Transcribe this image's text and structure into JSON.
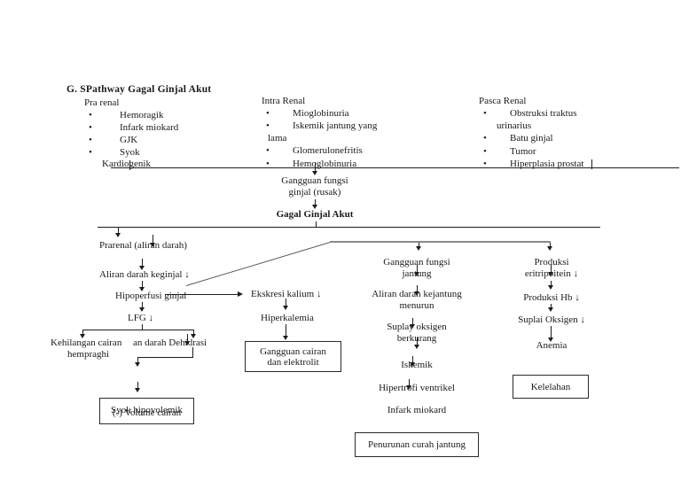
{
  "glyphs": {
    "bullet": "•"
  },
  "doc": {
    "title": "G.  SPathway Gagal Ginjal Akut",
    "top": {
      "pra": {
        "header": "Pra renal",
        "items": [
          "Hemoragik",
          "Infark miokard",
          "GJK",
          "Syok"
        ],
        "cont": "Kardiogenik"
      },
      "intra": {
        "header": "Intra Renal",
        "items": [
          "Mioglobinuria",
          "Iskemik jantung yang",
          "Glomerulonefritis",
          "Hemoglobinuria"
        ],
        "cont": "lama"
      },
      "pasca": {
        "header": "Pasca Renal",
        "items": [
          "Obstruksi traktus",
          "Batu ginjal",
          "Tumor",
          "Hiperplasia prostat"
        ],
        "cont": "urinarius"
      }
    },
    "center": {
      "gangguan_l1": "Gangguan fungsi",
      "gangguan_l2": "ginjal (rusak)",
      "gga": "Gagal Ginjal Akut"
    },
    "left": {
      "prarenal": "Prarenal (aliran darah)",
      "aliran": "Aliran darah keginjal ↓",
      "hipoperfusi": "Hipoperfusi ginjal",
      "lfg": "LFG ↓",
      "kehilangan_l1": "Kehilangan cairan",
      "kehilangan_l2": "hempraghi",
      "dehidrasi": "an darah Dehidrasi",
      "box_l1": "Syok hipovolemik",
      "box_l2": "(-) Volume cairan"
    },
    "elektrolit": {
      "ekskresi": "Ekskresi kalium ↓",
      "hiperkalemia": "Hiperkalemia",
      "box_l1": "Gangguan cairan",
      "box_l2": "dan elektrolit"
    },
    "jantung": {
      "n1_l1": "Gangguan fungsi",
      "n1_l2": "jantung",
      "n2_l1": "Aliran darah kejantung",
      "n2_l2": "menurun",
      "n3_l1": "Suplay oksigen",
      "n3_l2": "berkurang",
      "n4": "Iskemik",
      "n5": "Hipertrofi ventrikel",
      "n6": "Infark miokard",
      "box": "Penurunan curah jantung"
    },
    "anemia": {
      "n1_l1": "Produksi",
      "n1_l2": "eritripoitein ↓",
      "n2": "Produksi Hb ↓",
      "n3": "Suplai Oksigen ↓",
      "n4": "Anemia",
      "box": "Kelelahan"
    }
  }
}
